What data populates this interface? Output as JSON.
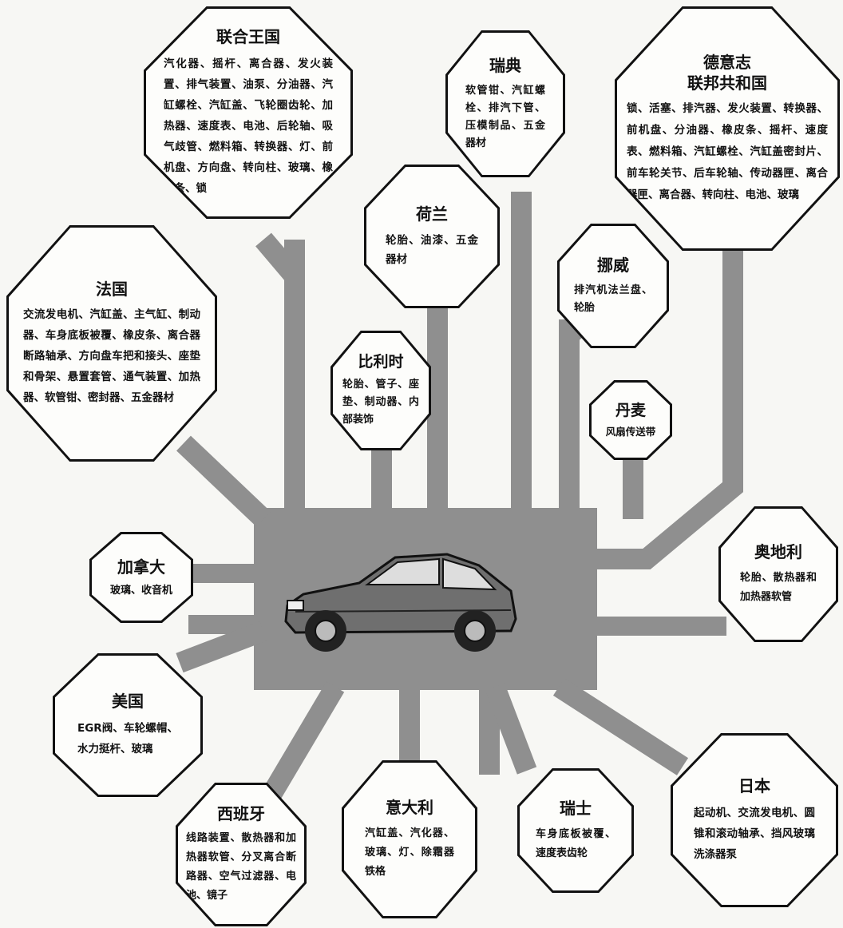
{
  "countries": {
    "uk": {
      "name": "联合王国",
      "parts": "汽化器、摇杆、离合器、发火装置、排气装置、油泵、分油器、汽缸螺栓、汽缸盖、飞轮圈齿轮、加热器、速度表、电池、后轮轴、吸气歧管、燃料箱、转换器、灯、前机盘、方向盘、转向柱、玻璃、橡皮条、锁"
    },
    "sweden": {
      "name": "瑞典",
      "parts": "软管钳、汽缸螺栓、排汽下管、压模制品、五金器材"
    },
    "germany": {
      "name": "德意志\n联邦共和国",
      "parts": "锁、活塞、排汽器、发火装置、转换器、前机盘、分油器、橡皮条、摇杆、速度表、燃料箱、汽缸螺栓、汽缸盖密封片、前车轮关节、后车轮轴、传动器匣、离合器匣、离合器、转向柱、电池、玻璃"
    },
    "netherlands": {
      "name": "荷兰",
      "parts": "轮胎、油漆、五金器材"
    },
    "norway": {
      "name": "挪威",
      "parts": "排汽机法兰盘、轮胎"
    },
    "france": {
      "name": "法国",
      "parts": "交流发电机、汽缸盖、主气缸、制动器、车身底板被覆、橡皮条、离合器断路轴承、方向盘车把和接头、座垫和骨架、悬置套管、通气装置、加热器、软管钳、密封器、五金器材"
    },
    "belgium": {
      "name": "比利时",
      "parts": "轮胎、管子、座垫、制动器、内部装饰"
    },
    "denmark": {
      "name": "丹麦",
      "parts": "风扇传送带"
    },
    "canada": {
      "name": "加拿大",
      "parts": "玻璃、收音机"
    },
    "austria": {
      "name": "奥地利",
      "parts": "轮胎、散热器和加热器软管"
    },
    "usa": {
      "name": "美国",
      "parts": "EGR阀、车轮螺帽、水力挺杆、玻璃"
    },
    "spain": {
      "name": "西班牙",
      "parts": "线路装置、散热器和加热器软管、分叉离合断路器、空气过滤器、电池、镜子"
    },
    "italy": {
      "name": "意大利",
      "parts": "汽缸盖、汽化器、玻璃、灯、除霜器铁格"
    },
    "switzerland": {
      "name": "瑞士",
      "parts": "车身底板被覆、速度表齿轮"
    },
    "japan": {
      "name": "日本",
      "parts": "起动机、交流发电机、圆锥和滚动轴承、挡风玻璃洗涤器泵"
    }
  },
  "colors": {
    "board": "#8f8f8f",
    "outline": "#111111",
    "box_fill": "#fdfdfb",
    "background": "#f7f7f4"
  }
}
